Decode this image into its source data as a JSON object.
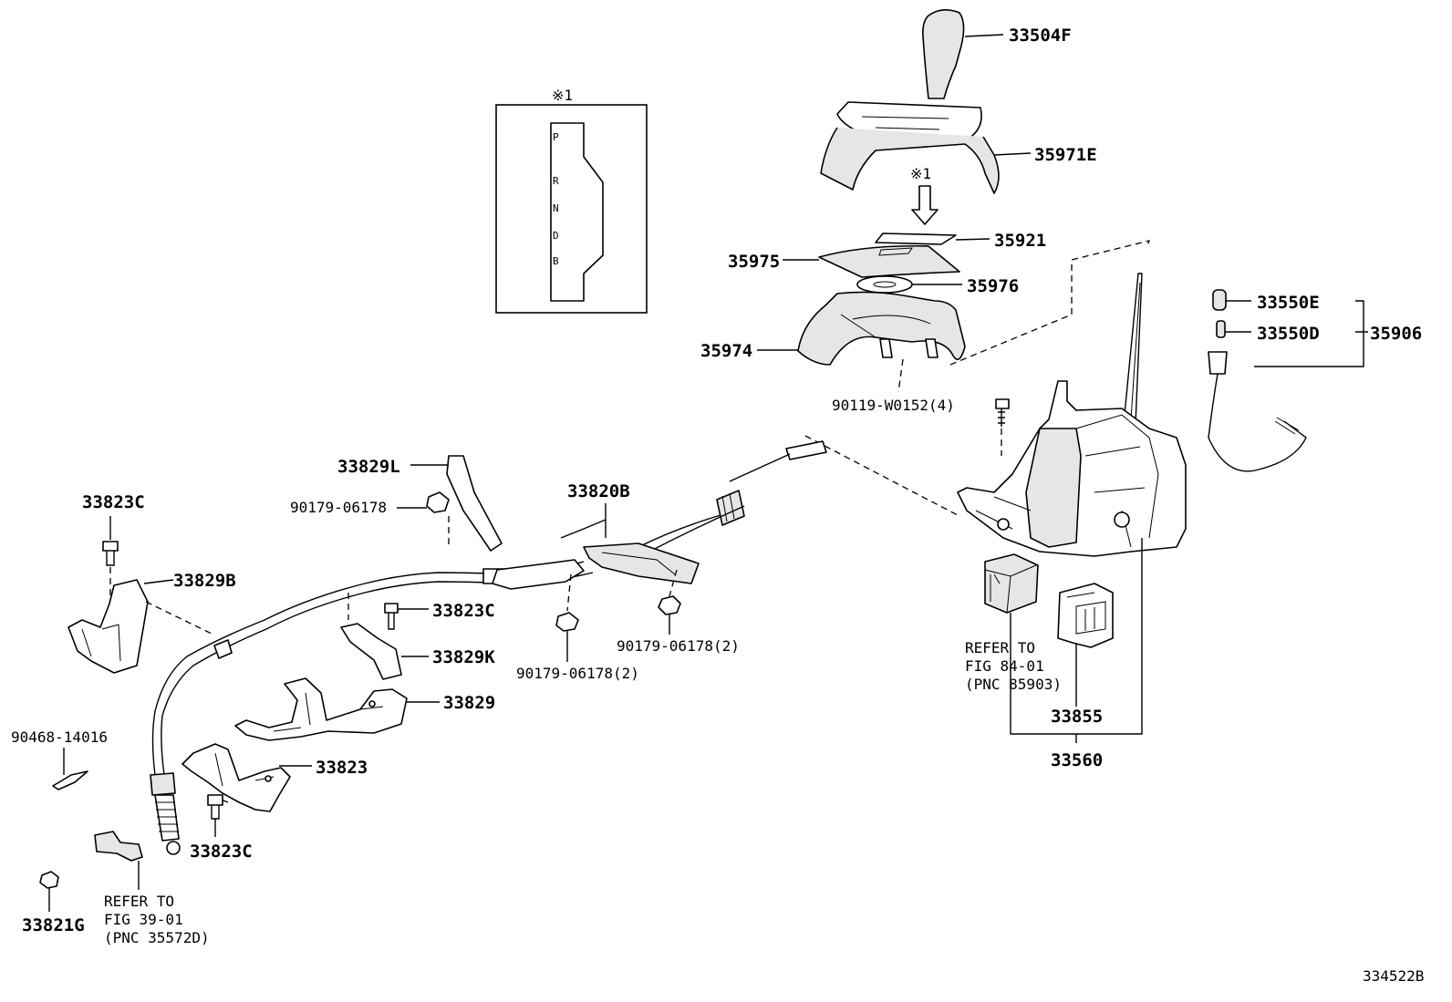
{
  "labels": {
    "knob": "33504F",
    "bezel": "35971E",
    "ref_mark_top": "※1",
    "plate": "35921",
    "cover_sheet": "35975",
    "slide_disc": "35976",
    "housing_cover": "35974",
    "screw_90119": "90119-W0152(4)",
    "bulb_e": "33550E",
    "bulb_d": "33550D",
    "socket_assy": "35906",
    "bracket_l": "33829L",
    "nut_top": "90179-06178",
    "cable": "33820B",
    "bolt_upper_left": "33823C",
    "bracket_b": "33829B",
    "bolt_mid": "33823C",
    "bracket_k": "33829K",
    "nut_left": "90179-06178(2)",
    "nut_right": "90179-06178(2)",
    "bracket_main": "33829",
    "clip": "90468-14016",
    "bracket_33823": "33823",
    "bolt_lower": "33823C",
    "nut_33821g": "33821G",
    "refer_left_1": "REFER TO",
    "refer_left_2": "FIG 39-01",
    "refer_left_3": "(PNC 35572D)",
    "refer_right_1": "REFER TO",
    "refer_right_2": "FIG 84-01",
    "refer_right_3": "(PNC 85903)",
    "switch": "33855",
    "shift_lever_assy": "33560",
    "diagram_id": "334522B"
  },
  "inset": {
    "mark": "※1",
    "gears": [
      "P",
      "R",
      "N",
      "D",
      "B"
    ]
  },
  "colors": {
    "ink": "#000000",
    "background": "#ffffff",
    "shade": "#e6e6e6"
  }
}
